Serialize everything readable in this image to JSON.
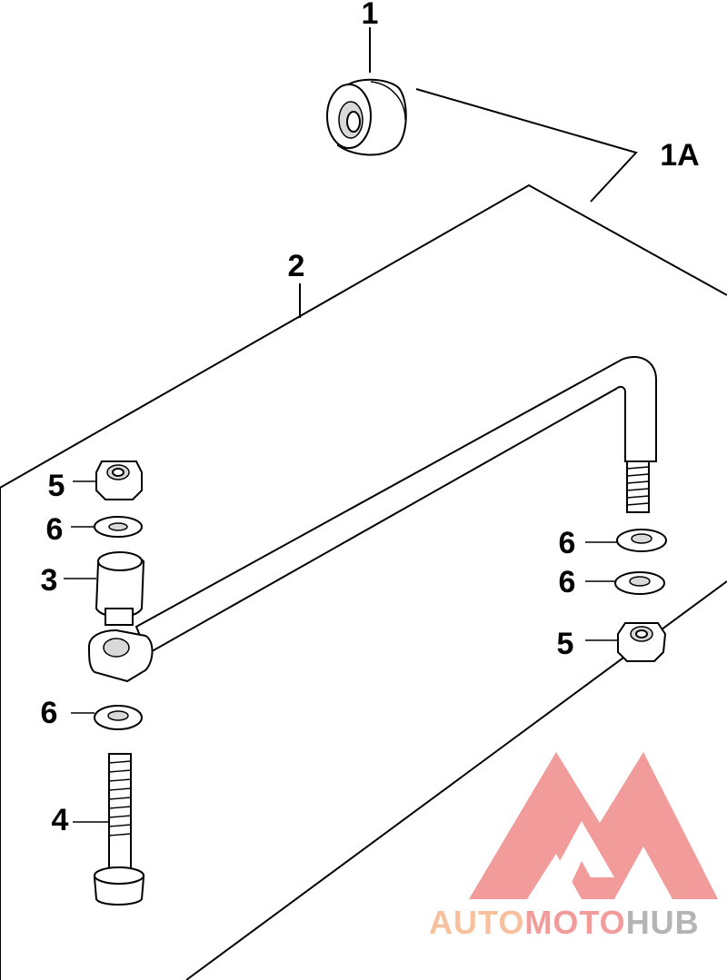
{
  "callouts": {
    "c1": "1",
    "c1a": "1A",
    "c2": "2",
    "c3": "3",
    "c4": "4",
    "c5_left": "5",
    "c5_right": "5",
    "c6_left_top": "6",
    "c6_left_bottom": "6",
    "c6_right_top": "6",
    "c6_right_bottom": "6"
  },
  "watermark": {
    "part1": "AUTO",
    "part2": "MOTO",
    "part3": "HUB",
    "color_light": "#f6b78c",
    "color_red": "#f08a8a",
    "color_gray": "#a8a8a8"
  }
}
